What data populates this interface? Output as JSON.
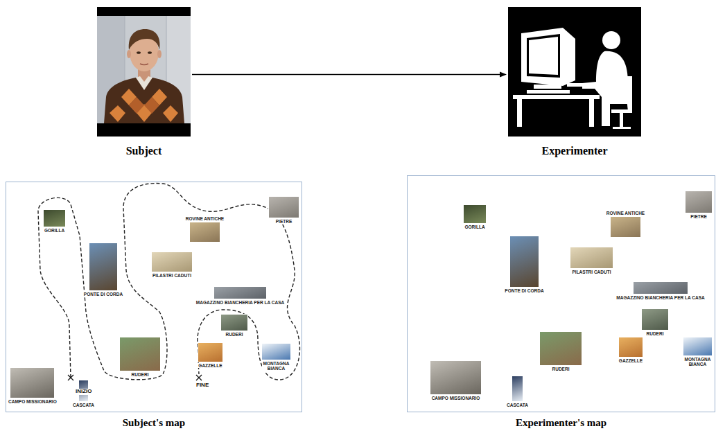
{
  "diagram": {
    "nodes": [
      {
        "text": [
          "Subject"
        ]
      },
      {
        "text": [
          "Experimenter"
        ]
      },
      {
        "text": [
          "Subject's map"
        ]
      },
      {
        "text": [
          "GORILLA"
        ],
        "in": 2
      },
      {
        "text": [
          "PONTE DI CORDA"
        ],
        "in": 2
      },
      {
        "text": [
          "ROVINE ANTICHE"
        ],
        "in": 2
      },
      {
        "text": [
          "PIETRE"
        ],
        "in": 2
      },
      {
        "text": [
          "PILASTRI CADUTI"
        ],
        "in": 2
      },
      {
        "text": [
          "MAGAZZINO BIANCHERIA PER LA CASA"
        ],
        "in": 2
      },
      {
        "text": [
          "RUDERI"
        ],
        "in": 2
      },
      {
        "text": [
          "GAZZELLE"
        ],
        "in": 2
      },
      {
        "text": [
          "MONTAGNA BIANCA"
        ],
        "in": 2
      },
      {
        "text": [
          "RUDERI"
        ],
        "in": 2
      },
      {
        "text": [
          "CAMPO MISSIONARIO"
        ],
        "in": 2
      },
      {
        "text": [
          "CASCATA"
        ],
        "in": 2
      },
      {
        "text": [
          "Experimenter's map"
        ]
      },
      {
        "text": [
          "GORILLA"
        ],
        "in": 15
      },
      {
        "text": [
          "PONTE DI CORDA"
        ],
        "in": 15
      },
      {
        "text": [
          "ROVINE ANTICHE"
        ],
        "in": 15
      },
      {
        "text": [
          "PIETRE"
        ],
        "in": 15
      },
      {
        "text": [
          "PILASTRI CADUTI"
        ],
        "in": 15
      },
      {
        "text": [
          "MAGAZZINO BIANCHERIA PER LA CASA"
        ],
        "in": 15
      },
      {
        "text": [
          "RUDERI"
        ],
        "in": 15
      },
      {
        "text": [
          "GAZZELLE"
        ],
        "in": 15
      },
      {
        "text": [
          "MONTAGNA BIANCA"
        ],
        "in": 15
      },
      {
        "text": [
          "RUDERI"
        ],
        "in": 15
      },
      {
        "text": [
          "CAMPO MISSIONARIO"
        ],
        "in": 15
      },
      {
        "text": [
          "CASCATA"
        ],
        "in": 15
      }
    ],
    "edges": [
      {
        "from": 0,
        "to": 1,
        "arrow": "to"
      }
    ],
    "labels": [
      "INIZIO",
      "FINE"
    ]
  }
}
